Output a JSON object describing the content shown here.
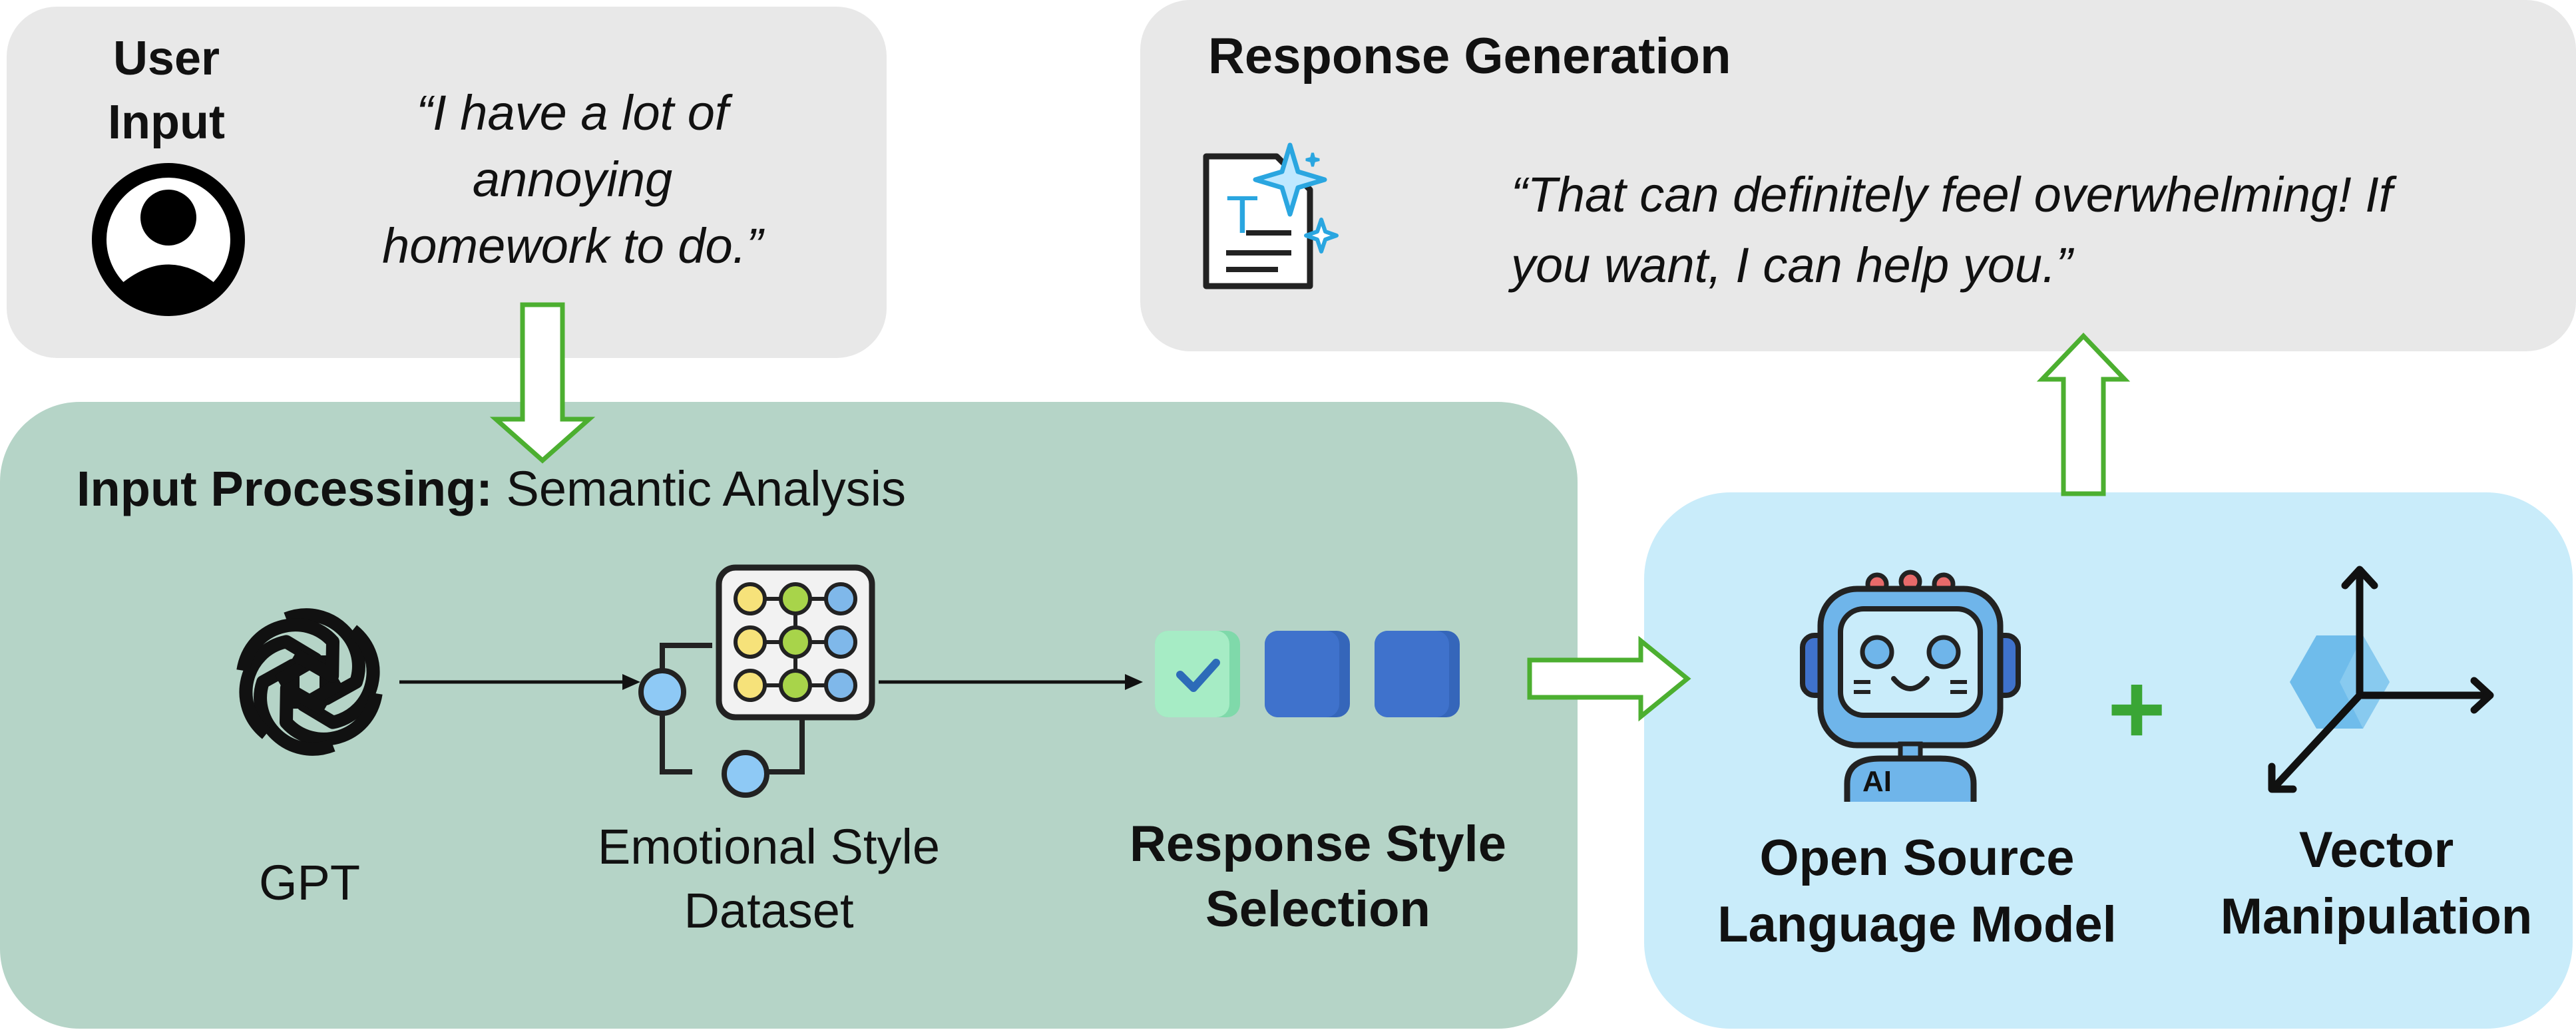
{
  "user_input": {
    "title_line1": "User",
    "title_line2": "Input",
    "quote_line1": "“I have a lot of",
    "quote_line2": "annoying",
    "quote_line3": "homework to do.”",
    "icon": "user-avatar-icon"
  },
  "response_generation": {
    "title": "Response Generation",
    "quote_line1": "“That can definitely feel overwhelming! If",
    "quote_line2": "you want, I can help you.”",
    "icon": "ai-text-document-icon"
  },
  "input_processing": {
    "title_bold": "Input Processing:",
    "title_rest": " Semantic Analysis",
    "gpt_label": "GPT",
    "dataset_line1": "Emotional Style",
    "dataset_line2": "Dataset",
    "selection_line1": "Response Style",
    "selection_line2": "Selection",
    "icons": [
      "openai-logo-icon",
      "neural-grid-icon",
      "style-option-blocks-icon"
    ]
  },
  "model_panel": {
    "llm_line1": "Open Source",
    "llm_line2": "Language Model",
    "plus": "+",
    "vector_line1": "Vector",
    "vector_line2": "Manipulation",
    "ai_badge": "AI",
    "icons": [
      "robot-icon",
      "vector-axes-icon"
    ]
  },
  "colors": {
    "gray_panel": "#e8e8e8",
    "green_panel": "#b5d4c7",
    "blue_panel": "#c9ecfa",
    "arrow_green": "#4caf30",
    "plus_green": "#3aa635",
    "style_green": "#9fe3c0",
    "style_blue": "#3c6fc8",
    "accent_cyan": "#2aa6e0"
  }
}
